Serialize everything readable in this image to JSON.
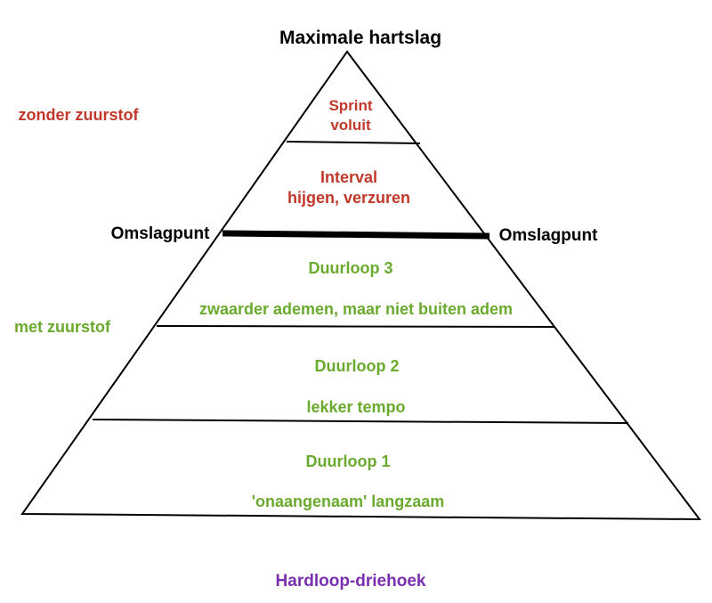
{
  "title": "Maximale hartslag",
  "caption": "Hardloop-driehoek",
  "side_labels": {
    "anaerobic": "zonder zuurstof",
    "aerobic": "met zuurstof"
  },
  "threshold": {
    "left": "Omslagpunt",
    "right": "Omslagpunt"
  },
  "zones": [
    {
      "name": "Sprint",
      "description": "voluit"
    },
    {
      "name": "Interval",
      "description": "hijgen, verzuren"
    },
    {
      "name": "Duurloop 3",
      "description": "zwaarder ademen, maar niet buiten adem"
    },
    {
      "name": "Duurloop 2",
      "description": "lekker tempo"
    },
    {
      "name": "Duurloop 1",
      "description": "'onaangenaam' langzaam"
    }
  ],
  "colors": {
    "anaerobic": "#c0392b",
    "aerobic": "#6aaa2e",
    "caption": "#7a2fb0",
    "line": "#000000",
    "text": "#000000"
  }
}
